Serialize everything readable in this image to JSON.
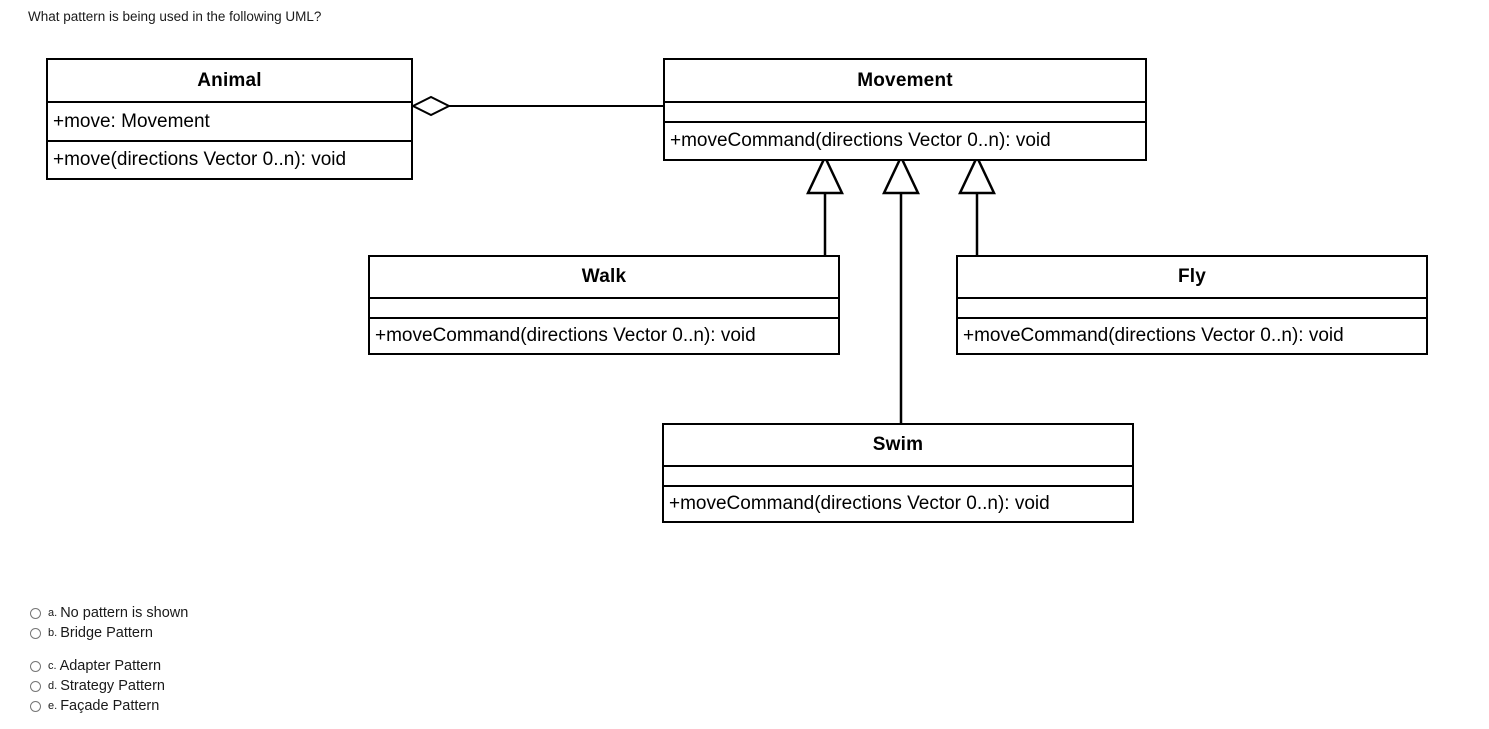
{
  "question": {
    "text": "What pattern is being used in the following UML?"
  },
  "uml": {
    "classes": [
      {
        "name": "Animal",
        "attributes": "+move: Movement",
        "operations": "+move(directions Vector 0..n): void"
      },
      {
        "name": "Movement",
        "attributes": "",
        "operations": "+moveCommand(directions Vector 0..n): void"
      },
      {
        "name": "Walk",
        "attributes": "",
        "operations": "+moveCommand(directions Vector 0..n): void"
      },
      {
        "name": "Fly",
        "attributes": "",
        "operations": "+moveCommand(directions Vector 0..n): void"
      },
      {
        "name": "Swim",
        "attributes": "",
        "operations": "+moveCommand(directions Vector 0..n): void"
      }
    ],
    "relationships": [
      {
        "kind": "aggregation",
        "from": "Animal",
        "to": "Movement"
      },
      {
        "kind": "generalization",
        "from": "Walk",
        "to": "Movement"
      },
      {
        "kind": "generalization",
        "from": "Swim",
        "to": "Movement"
      },
      {
        "kind": "generalization",
        "from": "Fly",
        "to": "Movement"
      }
    ],
    "line_color": "#000000",
    "fill_color": "#ffffff"
  },
  "answers": {
    "options": [
      {
        "letter": "a.",
        "label": "No pattern is shown",
        "selected": false
      },
      {
        "letter": "b.",
        "label": "Bridge Pattern",
        "selected": false
      },
      {
        "letter": "c.",
        "label": "Adapter Pattern",
        "selected": false
      },
      {
        "letter": "d.",
        "label": "Strategy Pattern",
        "selected": false
      },
      {
        "letter": "e.",
        "label": "Façade Pattern",
        "selected": false
      }
    ]
  }
}
